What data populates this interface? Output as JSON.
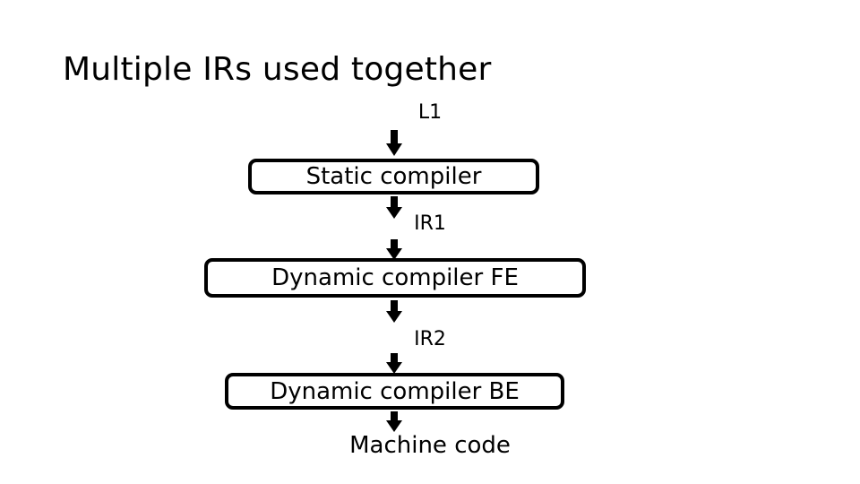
{
  "slide": {
    "title": "Multiple IRs used together",
    "background_color": "#ffffff",
    "text_color": "#000000"
  },
  "flow": {
    "nodes": [
      {
        "id": "l1",
        "kind": "label",
        "text": "L1"
      },
      {
        "id": "static",
        "kind": "box",
        "text": "Static compiler"
      },
      {
        "id": "ir1",
        "kind": "label",
        "text": "IR1"
      },
      {
        "id": "dyn-fe",
        "kind": "box",
        "text": "Dynamic compiler FE"
      },
      {
        "id": "ir2",
        "kind": "label",
        "text": "IR2"
      },
      {
        "id": "dyn-be",
        "kind": "box",
        "text": "Dynamic compiler BE"
      },
      {
        "id": "machine-code",
        "kind": "label",
        "text": "Machine code"
      }
    ],
    "arrows": [
      {
        "id": "arrow-l1-to-static",
        "from": "l1",
        "to": "static",
        "direction": "down"
      },
      {
        "id": "arrow-static-to-ir1",
        "from": "static",
        "to": "ir1",
        "direction": "down"
      },
      {
        "id": "arrow-ir1-to-dyn-fe",
        "from": "ir1",
        "to": "dyn-fe",
        "direction": "down"
      },
      {
        "id": "arrow-dyn-fe-to-ir2",
        "from": "dyn-fe",
        "to": "ir2",
        "direction": "down"
      },
      {
        "id": "arrow-ir2-to-dyn-be",
        "from": "ir2",
        "to": "dyn-be",
        "direction": "down"
      },
      {
        "id": "arrow-dyn-be-to-machine",
        "from": "dyn-be",
        "to": "machine-code",
        "direction": "down"
      }
    ]
  }
}
